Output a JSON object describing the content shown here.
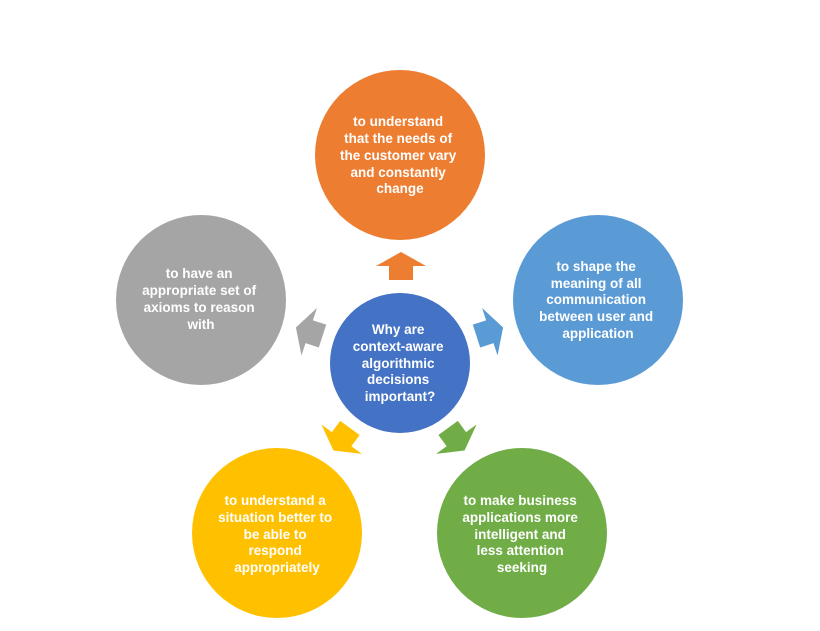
{
  "center": {
    "lines": [
      "Why are",
      "context-aware",
      "algorithmic",
      "decisions",
      "important?"
    ],
    "color": "#4472C4"
  },
  "nodes": [
    {
      "id": "top",
      "lines": [
        "to understand",
        "that the needs of",
        "the customer vary",
        "and constantly",
        "change"
      ],
      "color": "#ED7D31",
      "arrow_color": "#ED7D31"
    },
    {
      "id": "right",
      "lines": [
        "to shape the",
        "meaning of all",
        "communication",
        "between user and",
        "application"
      ],
      "color": "#5B9BD5",
      "arrow_color": "#5B9BD5"
    },
    {
      "id": "bottom-right",
      "lines": [
        "to make business",
        "applications more",
        "intelligent and",
        "less attention",
        "seeking"
      ],
      "color": "#70AD47",
      "arrow_color": "#70AD47"
    },
    {
      "id": "bottom-left",
      "lines": [
        "to understand a",
        "situation better to",
        "be able to",
        "respond",
        "appropriately"
      ],
      "color": "#FFC000",
      "arrow_color": "#FFC000"
    },
    {
      "id": "left",
      "lines": [
        "to have an",
        "appropriate set of",
        "axioms to reason",
        "with"
      ],
      "color": "#A5A5A5",
      "arrow_color": "#A5A5A5"
    }
  ]
}
